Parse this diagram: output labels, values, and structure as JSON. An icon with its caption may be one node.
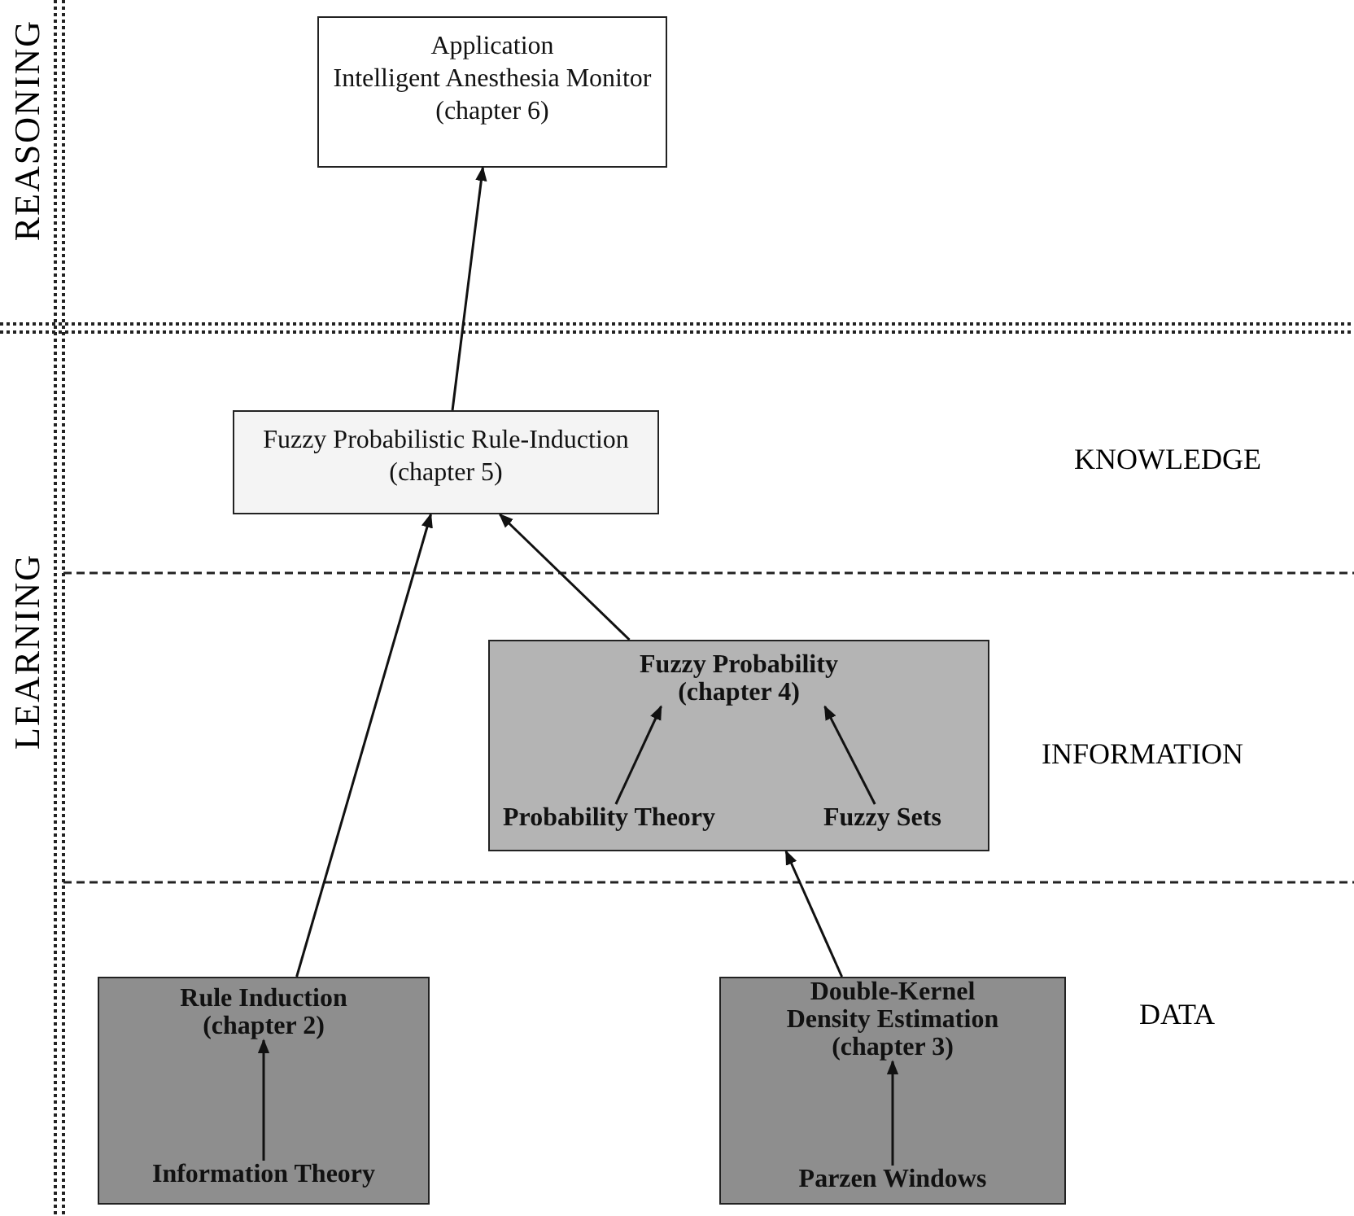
{
  "diagram": {
    "nodes": [
      {
        "text": [
          "Application",
          "Intelligent Anesthesia Monitor",
          "(chapter 6)"
        ]
      },
      {
        "text": [
          "Fuzzy Probabilistic Rule-Induction",
          "(chapter 5)"
        ]
      },
      {
        "text": [
          "Fuzzy Probability",
          "(chapter 4)"
        ]
      },
      {
        "text": [
          "Probability Theory"
        ],
        "in": 2
      },
      {
        "text": [
          "Fuzzy Sets"
        ],
        "in": 2
      },
      {
        "text": [
          "Rule Induction",
          "(chapter 2)"
        ]
      },
      {
        "text": [
          "Information Theory"
        ],
        "in": 5
      },
      {
        "text": [
          "Double-Kernel Density Estimation",
          "(chapter 3)"
        ]
      },
      {
        "text": [
          "Parzen Windows"
        ],
        "in": 7
      }
    ],
    "edges": [
      {
        "from": 1,
        "to": 0,
        "arrow": "to"
      },
      {
        "from": 5,
        "to": 1,
        "arrow": "to"
      },
      {
        "from": 2,
        "to": 1,
        "arrow": "to"
      },
      {
        "from": 3,
        "to": 2,
        "arrow": "to"
      },
      {
        "from": 4,
        "to": 2,
        "arrow": "to"
      },
      {
        "from": 7,
        "to": 2,
        "arrow": "to"
      },
      {
        "from": 6,
        "to": 5,
        "arrow": "to"
      },
      {
        "from": 8,
        "to": 7,
        "arrow": "to"
      }
    ],
    "labels": [
      "REASONING",
      "KNOWLEDGE",
      "LEARNING",
      "INFORMATION",
      "DATA"
    ]
  }
}
